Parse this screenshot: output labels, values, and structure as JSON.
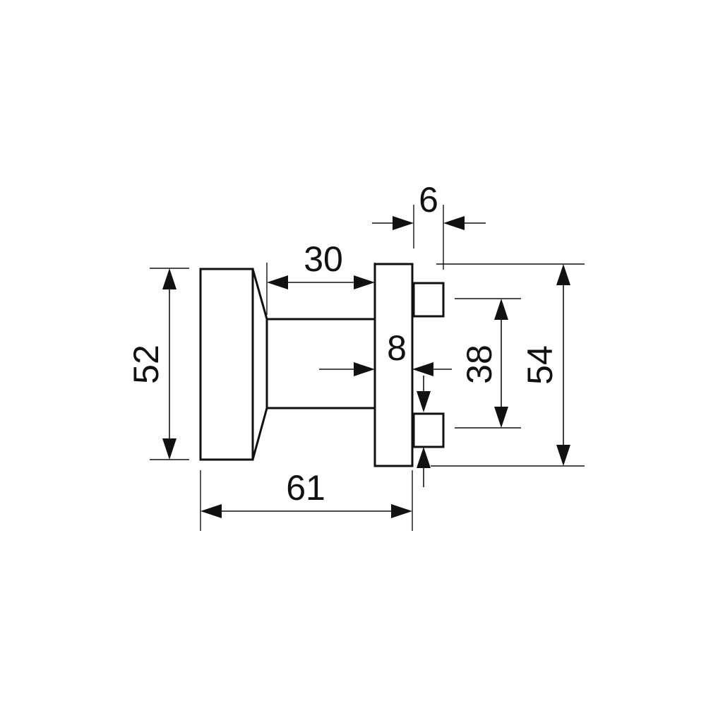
{
  "dimensions": {
    "overall_length": "61",
    "shaft_length": "30",
    "rose_thickness": "8",
    "knob_diameter": "52",
    "screw_spacing": "38",
    "rose_diameter": "54",
    "screw_length": "6"
  },
  "colors": {
    "line": "#111111",
    "background": "#ffffff"
  }
}
